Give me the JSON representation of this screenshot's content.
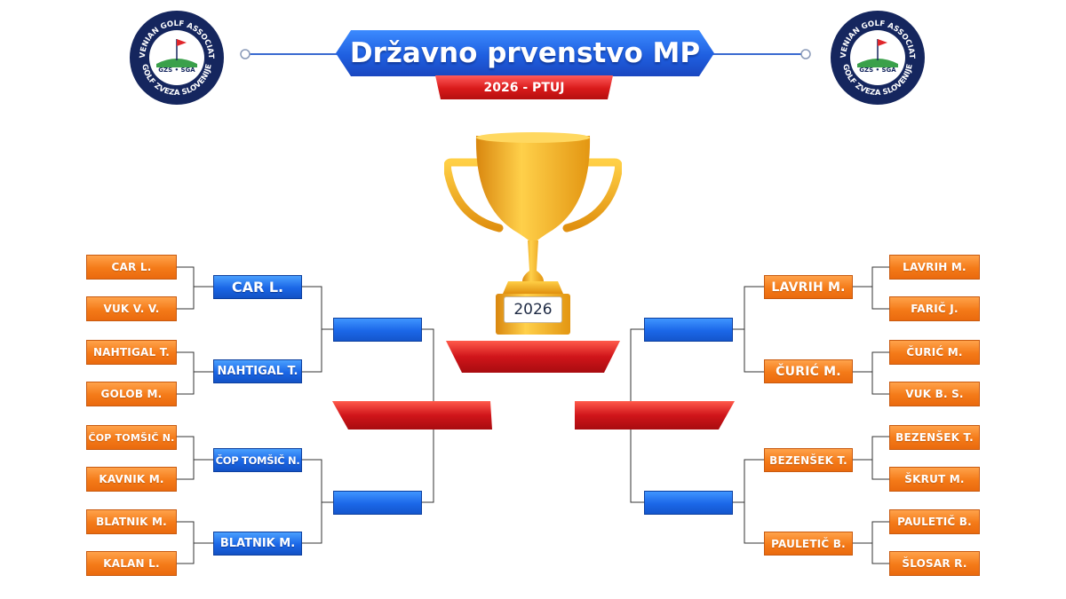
{
  "header": {
    "title": "Državno prvenstvo MP",
    "subtitle": "2026 - PTUJ"
  },
  "logos": {
    "ring_text_top": "SLOVENIAN GOLF ASSOCIATION",
    "ring_text_bottom": "GOLF ZVEZA SLOVENIJE",
    "center_text": "GZS • SGA"
  },
  "trophy": {
    "year": "2026"
  },
  "bracket": {
    "left_round1": [
      "CAR L.",
      "VUK V. V.",
      "NAHTIGAL T.",
      "GOLOB M.",
      "ČOP TOMŠIČ N.",
      "KAVNIK M.",
      "BLATNIK M.",
      "KALAN L."
    ],
    "left_round2": [
      "CAR L.",
      "NAHTIGAL T.",
      "ČOP TOMŠIČ N.",
      "BLATNIK M."
    ],
    "right_round1": [
      "LAVRIH M.",
      "FARIČ J.",
      "ČURIĆ M.",
      "VUK B. S.",
      "BEZENŠEK T.",
      "ŠKRUT M.",
      "PAULETIČ B.",
      "ŠLOSAR R."
    ],
    "right_round2": [
      "LAVRIH M.",
      "ČURIĆ M.",
      "BEZENŠEK T.",
      "PAULETIČ B."
    ]
  },
  "colors": {
    "player_orange": "#f47a18",
    "winner_blue": "#1a66e6",
    "final_red": "#d81a1a",
    "title_blue": "#1f5fe0",
    "logo_navy": "#15265e",
    "trophy_gold": "#f7b52c"
  }
}
